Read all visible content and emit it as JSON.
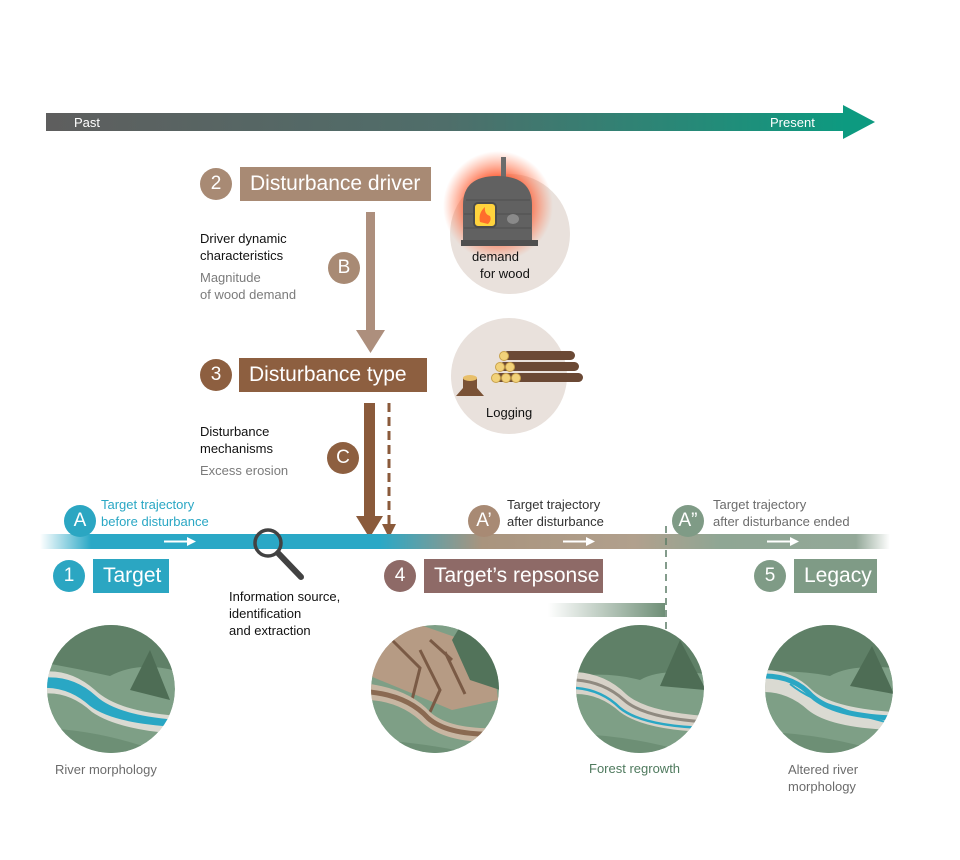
{
  "timeline": {
    "past": "Past",
    "present": "Present"
  },
  "steps": {
    "driver": {
      "num": "2",
      "label": "Disturbance driver"
    },
    "type": {
      "num": "3",
      "label": "Disturbance type"
    },
    "target": {
      "num": "1",
      "label": "Target"
    },
    "response": {
      "num": "4",
      "label": "Target’s repsonse"
    },
    "legacy": {
      "num": "5",
      "label": "Legacy"
    }
  },
  "links": {
    "b": {
      "letter": "B",
      "title1": "Driver dynamic",
      "title2": "characteristics",
      "sub1": "Magnitude",
      "sub2": "of wood demand"
    },
    "c": {
      "letter": "C",
      "title1": "Disturbance",
      "title2": "mechanisms",
      "sub1": "Excess erosion"
    }
  },
  "trajectories": {
    "a": {
      "letter": "A",
      "line1": "Target trajectory",
      "line2": "before disturbance"
    },
    "a1": {
      "letter": "A’",
      "line1": "Target trajectory",
      "line2": "after disturbance"
    },
    "a2": {
      "letter": "A”",
      "line1": "Target trajectory",
      "line2": "after disturbance ended"
    }
  },
  "info_source": {
    "line1": "Information source,",
    "line2": "identification",
    "line3": "and extraction"
  },
  "illustrations": {
    "oven": {
      "line1": "demand",
      "line2": "for wood"
    },
    "logging": {
      "label": "Logging"
    }
  },
  "panels": {
    "river": "River morphology",
    "forest": "Forest regrowth",
    "altered1": "Altered river",
    "altered2": "morphology"
  },
  "colors": {
    "teal": "#2ba6c2",
    "driver_brown": "#a88a74",
    "type_brown": "#8d5f40",
    "response": "#8e6a67",
    "legacy": "#7f9b86",
    "arrow_start": "#5c5c5c",
    "arrow_end": "#0d9a80"
  }
}
